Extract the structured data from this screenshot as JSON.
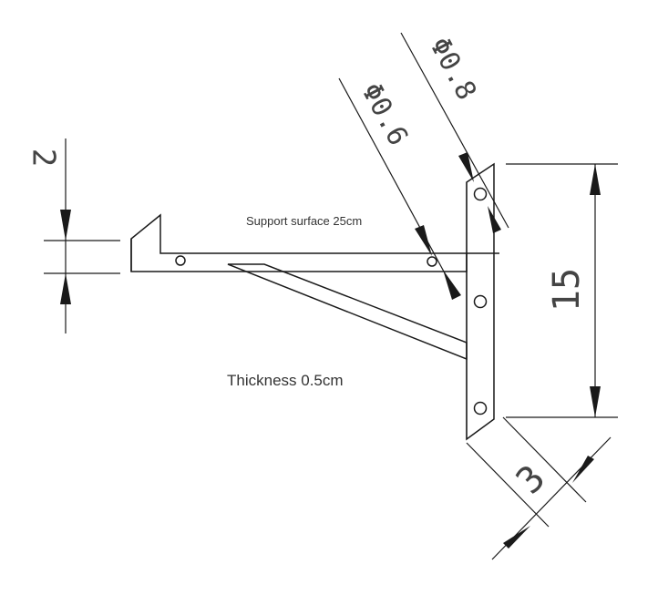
{
  "labels": {
    "support_surface": "Support surface 25cm",
    "thickness": "Thickness 0.5cm",
    "dim_top_gap": "2",
    "dim_height": "15",
    "dim_width": "3",
    "dim_hole_small": "Φ0.6",
    "dim_hole_large": "Φ0.8"
  }
}
